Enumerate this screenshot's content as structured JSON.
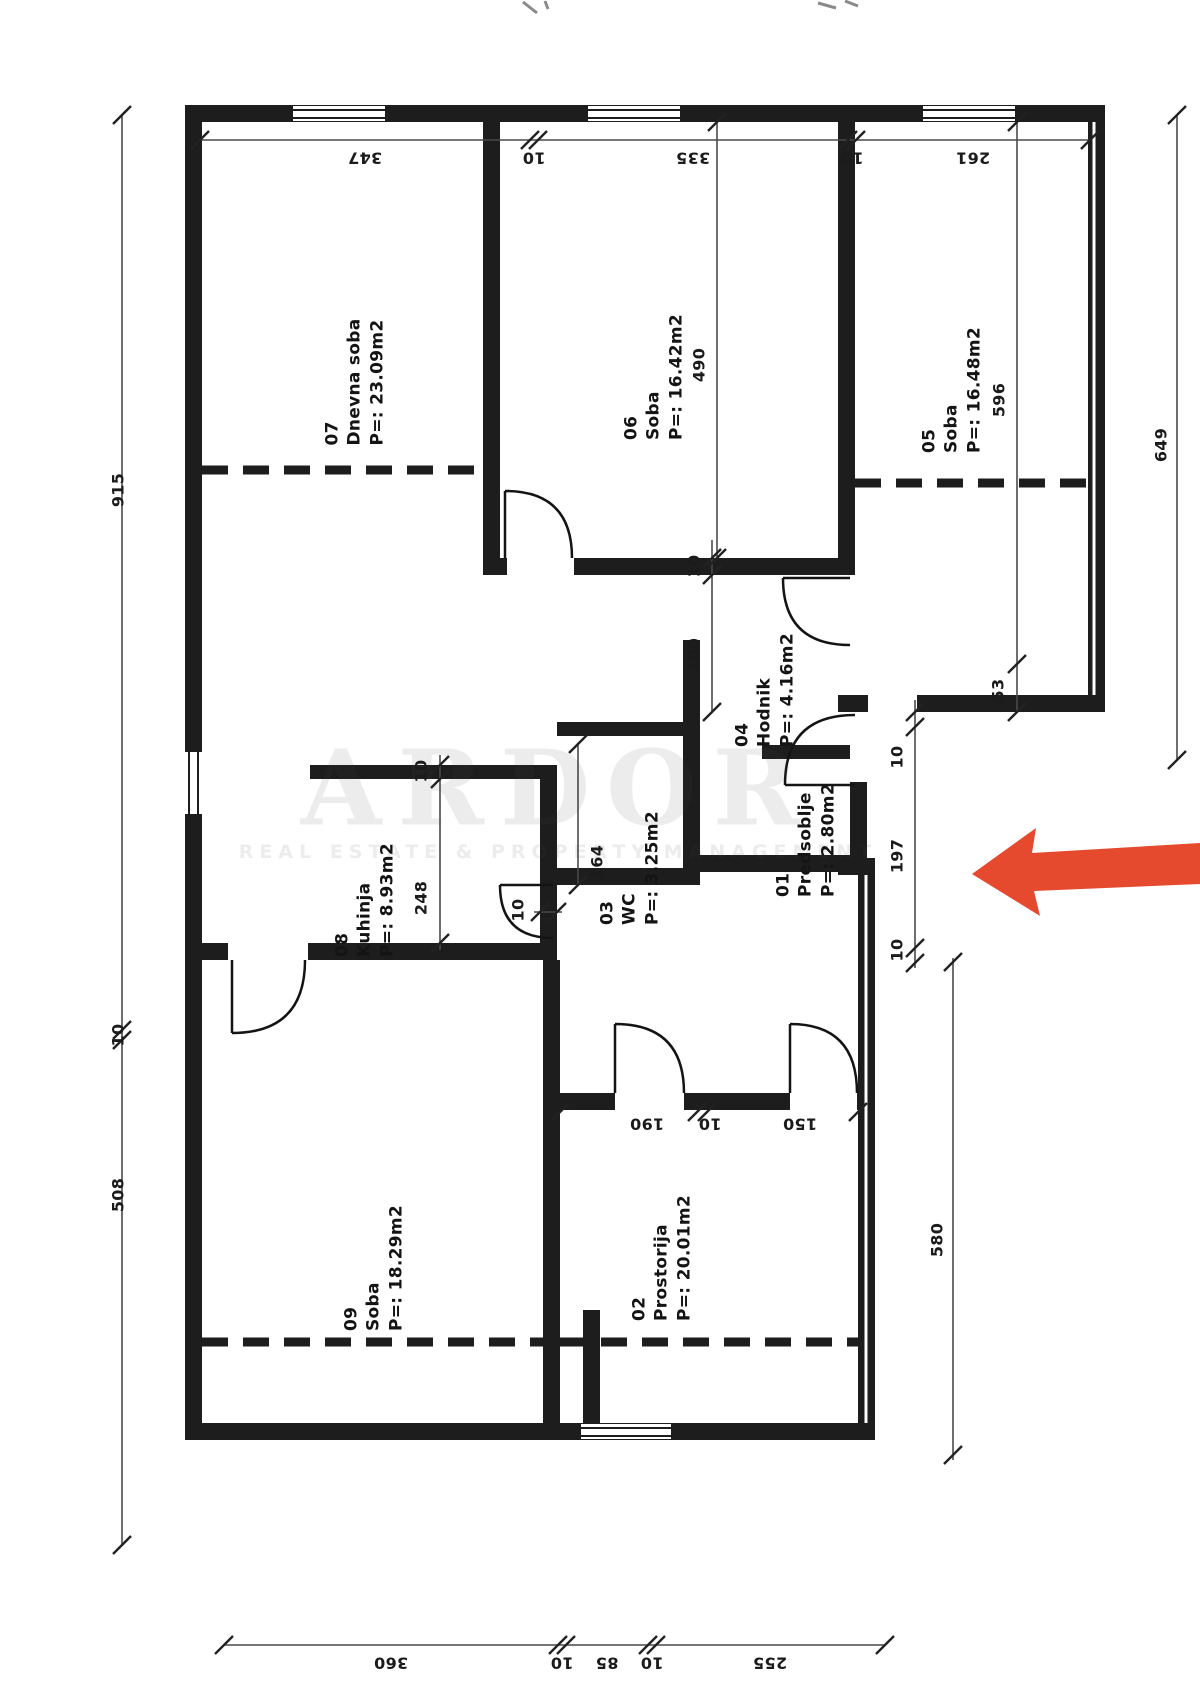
{
  "plan": {
    "rooms": [
      {
        "number": "07",
        "name": "Dnevna soba",
        "area": "P=: 23.09m2"
      },
      {
        "number": "06",
        "name": "Soba",
        "area": "P=: 16.42m2"
      },
      {
        "number": "05",
        "name": "Soba",
        "area": "P=: 16.48m2"
      },
      {
        "number": "04",
        "name": "Hodnik",
        "area": "P=: 4.16m2"
      },
      {
        "number": "08",
        "name": "Kuhinja",
        "area": "P=: 8.93m2"
      },
      {
        "number": "03",
        "name": "WC",
        "area": "P=: 3.25m2"
      },
      {
        "number": "01",
        "name": "Predsoblje",
        "area": "P=: 2.80m2"
      },
      {
        "number": "09",
        "name": "Soba",
        "area": "P=: 18.29m2"
      },
      {
        "number": "02",
        "name": "Prostorija",
        "area": "P=: 20.01m2"
      }
    ],
    "dims": {
      "top": [
        "347",
        "10",
        "335",
        "10",
        "261"
      ],
      "bottom": [
        "360",
        "10",
        "85",
        "10",
        "255"
      ],
      "left": [
        "915",
        "10",
        "508"
      ],
      "interior": [
        "490",
        "10",
        "100",
        "596",
        "53",
        "649",
        "10",
        "248",
        "164",
        "10",
        "10",
        "197",
        "10",
        "580",
        "190",
        "10",
        "150"
      ]
    },
    "watermark": {
      "title": "ARDOR",
      "subtitle": "REAL ESTATE & PROPERTY MANAGEMENT"
    },
    "colors": {
      "wall": "#1d1d1d",
      "arrow": "#e5492e"
    }
  }
}
